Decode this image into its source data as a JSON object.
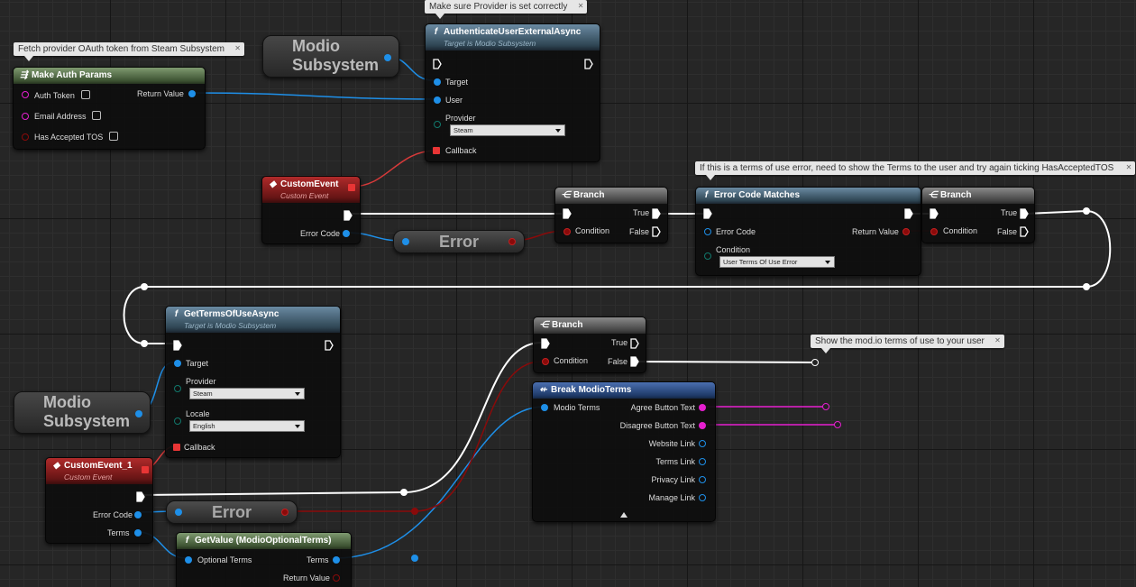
{
  "comments": {
    "fetch_token": "Fetch provider OAuth token from Steam Subsystem",
    "provider": "Make sure Provider is set correctly",
    "terms_error": "If this is a terms of use error, need to show the Terms to the user and try again ticking HasAcceptedTOS",
    "show_terms": "Show the mod.io terms of use to your user"
  },
  "make_auth": {
    "title": "Make Auth Params",
    "auth_token": "Auth Token",
    "email": "Email Address",
    "tos": "Has Accepted TOS",
    "return": "Return Value"
  },
  "modio_var": {
    "line1": "Modio",
    "line2": "Subsystem"
  },
  "auth_async": {
    "title": "AuthenticateUserExternalAsync",
    "subtitle": "Target is Modio Subsystem",
    "target": "Target",
    "user": "User",
    "provider": "Provider",
    "provider_value": "Steam",
    "callback": "Callback"
  },
  "custom_event": {
    "title": "CustomEvent",
    "subtitle": "Custom Event",
    "error_code": "Error Code"
  },
  "error_label": "Error",
  "branch": {
    "title": "Branch",
    "condition": "Condition",
    "true": "True",
    "false": "False"
  },
  "error_match": {
    "title": "Error Code Matches",
    "error_code": "Error Code",
    "condition": "Condition",
    "condition_value": "User Terms Of Use Error",
    "return": "Return Value"
  },
  "get_terms": {
    "title": "GetTermsOfUseAsync",
    "subtitle": "Target is Modio Subsystem",
    "target": "Target",
    "provider": "Provider",
    "provider_value": "Steam",
    "locale": "Locale",
    "locale_value": "English",
    "callback": "Callback"
  },
  "custom_event_1": {
    "title": "CustomEvent_1",
    "subtitle": "Custom Event",
    "error_code": "Error Code",
    "terms": "Terms"
  },
  "get_value": {
    "title": "GetValue (ModioOptionalTerms)",
    "optional": "Optional Terms",
    "terms": "Terms",
    "return": "Return Value"
  },
  "break_terms": {
    "title": "Break ModioTerms",
    "input": "Modio Terms",
    "agree": "Agree Button Text",
    "disagree": "Disagree Button Text",
    "website": "Website Link",
    "terms": "Terms Link",
    "privacy": "Privacy Link",
    "manage": "Manage Link"
  },
  "colors": {
    "exec": "#ffffff",
    "object": "#1e8fe8",
    "string": "#e51fcf",
    "bool": "#8a0a0a",
    "enum": "#11786c"
  }
}
